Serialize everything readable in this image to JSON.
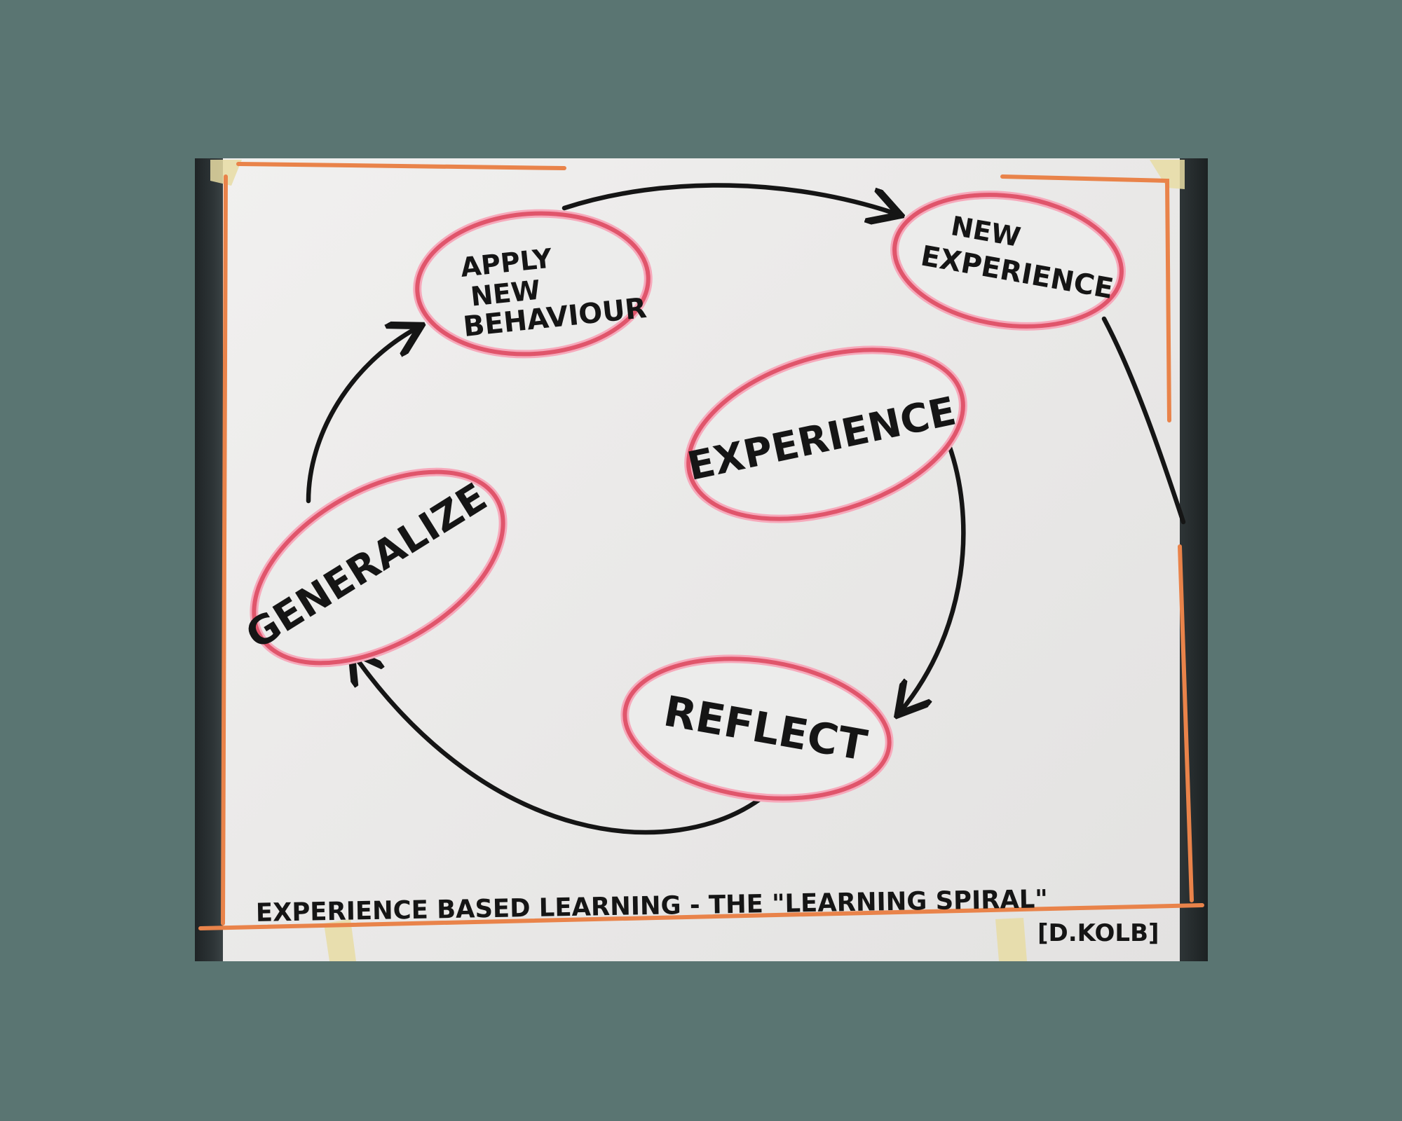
{
  "diagram": {
    "nodes": {
      "apply": {
        "lines": [
          "APPLY",
          "NEW",
          "BEHAVIOUR"
        ]
      },
      "new_experience": {
        "lines": [
          "NEW",
          "EXPERIENCE"
        ]
      },
      "experience": {
        "label": "EXPERIENCE"
      },
      "generalize": {
        "label": "GENERALIZE"
      },
      "reflect": {
        "label": "REFLECT"
      }
    },
    "caption": "EXPERIENCE BASED LEARNING - THE \"LEARNING SPIRAL\"",
    "credit": "[D.KOLB]"
  },
  "colors": {
    "background": "#5a7572",
    "paper": "#ebeaea",
    "ink": "#151515",
    "oval_outline": "#e0556b",
    "oval_inner": "#f6a9bb",
    "border_marker": "#e9834a",
    "tape": "#e7dca3"
  }
}
